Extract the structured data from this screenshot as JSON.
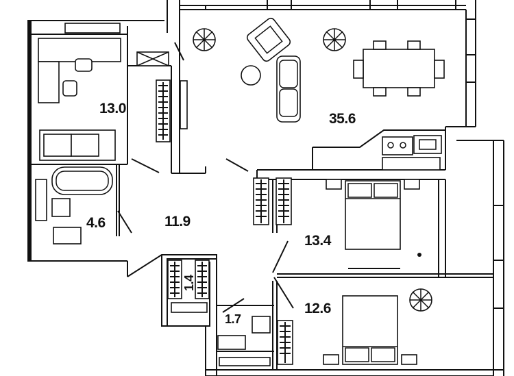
{
  "floor_plan": {
    "rooms": [
      {
        "id": "kitchen-living",
        "area": "35.6"
      },
      {
        "id": "study",
        "area": "13.0"
      },
      {
        "id": "hall",
        "area": "11.9"
      },
      {
        "id": "bathroom",
        "area": "4.6"
      },
      {
        "id": "bedroom-1",
        "area": "13.4"
      },
      {
        "id": "bedroom-2",
        "area": "12.6"
      },
      {
        "id": "closet",
        "area": "1.4"
      },
      {
        "id": "wc",
        "area": "1.7"
      }
    ],
    "colors": {
      "ink": "#111111",
      "paper": "#ffffff"
    }
  }
}
